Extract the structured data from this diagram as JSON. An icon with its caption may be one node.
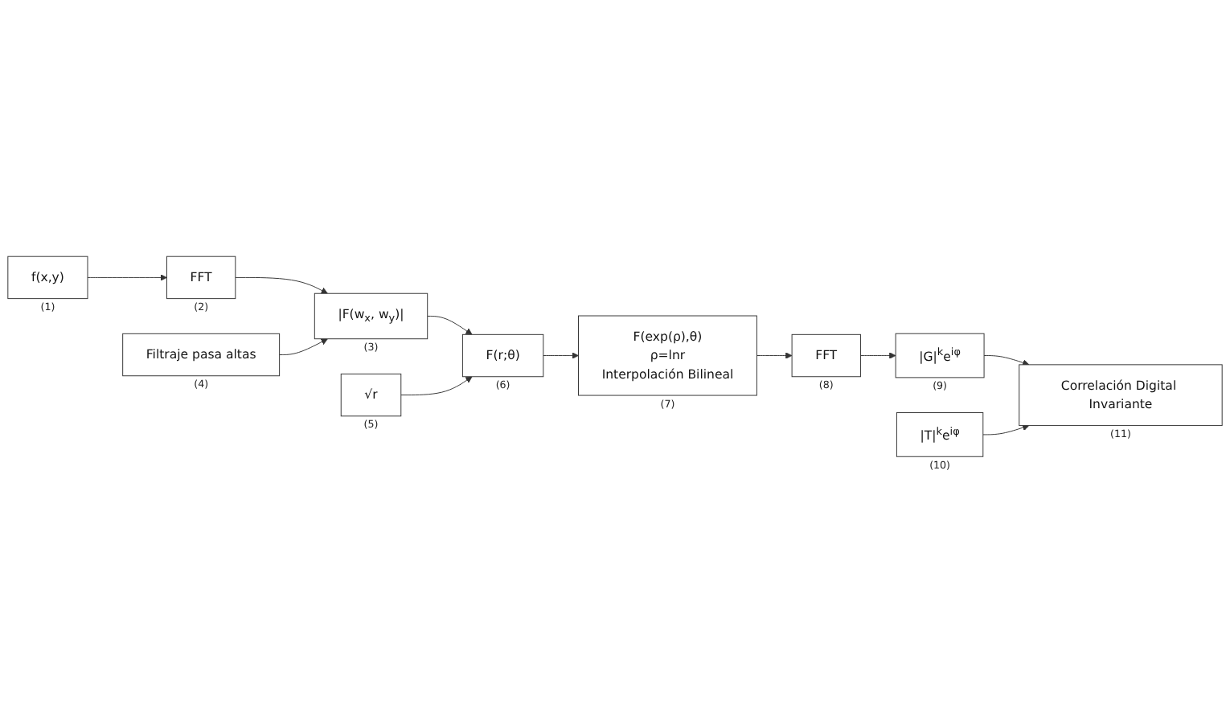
{
  "diagram": {
    "nodes": [
      {
        "text": [
          "f(x,y)"
        ],
        "beside": [
          "(1)"
        ]
      },
      {
        "text": [
          "FFT"
        ],
        "beside": [
          "(2)"
        ]
      },
      {
        "text": [
          "|F(w$_{x}$, w$_{y}$)|"
        ],
        "beside": [
          "(3)"
        ]
      },
      {
        "text": [
          "F(r;θ)"
        ],
        "beside": [
          "(6)"
        ]
      },
      {
        "text": [
          "Filtraje pasa altas"
        ],
        "beside": [
          "(4)"
        ]
      },
      {
        "text": [
          "√r"
        ],
        "beside": [
          "(5)"
        ]
      },
      {
        "text": [
          "F(exp(ρ),θ)",
          "ρ=lnr",
          "Interpolación Bilineal"
        ],
        "beside": [
          "(7)"
        ]
      },
      {
        "text": [
          "FFT"
        ],
        "beside": [
          "(8)"
        ]
      },
      {
        "text": [
          "|G|$^{k}$e$^{iφ}$"
        ],
        "beside": [
          "(9)"
        ]
      },
      {
        "text": [
          "|T|$^{k}$e$^{iφ}$"
        ],
        "beside": [
          "(10)"
        ]
      },
      {
        "text": [
          "Correlación Digital Invariante"
        ],
        "beside": [
          "(11)"
        ]
      }
    ],
    "edges": [
      {
        "from": 0,
        "to": 1,
        "arrow": "to"
      },
      {
        "from": 1,
        "to": 2,
        "arrow": "to"
      },
      {
        "from": 2,
        "to": 3,
        "arrow": "to"
      },
      {
        "from": 4,
        "to": 2,
        "arrow": "to"
      },
      {
        "from": 5,
        "to": 3,
        "arrow": "to"
      },
      {
        "from": 3,
        "to": 6,
        "arrow": "to"
      },
      {
        "from": 6,
        "to": 7,
        "arrow": "to"
      },
      {
        "from": 7,
        "to": 8,
        "arrow": "to"
      },
      {
        "from": 8,
        "to": 10,
        "arrow": "to"
      },
      {
        "from": 9,
        "to": 10,
        "arrow": "to"
      }
    ]
  }
}
